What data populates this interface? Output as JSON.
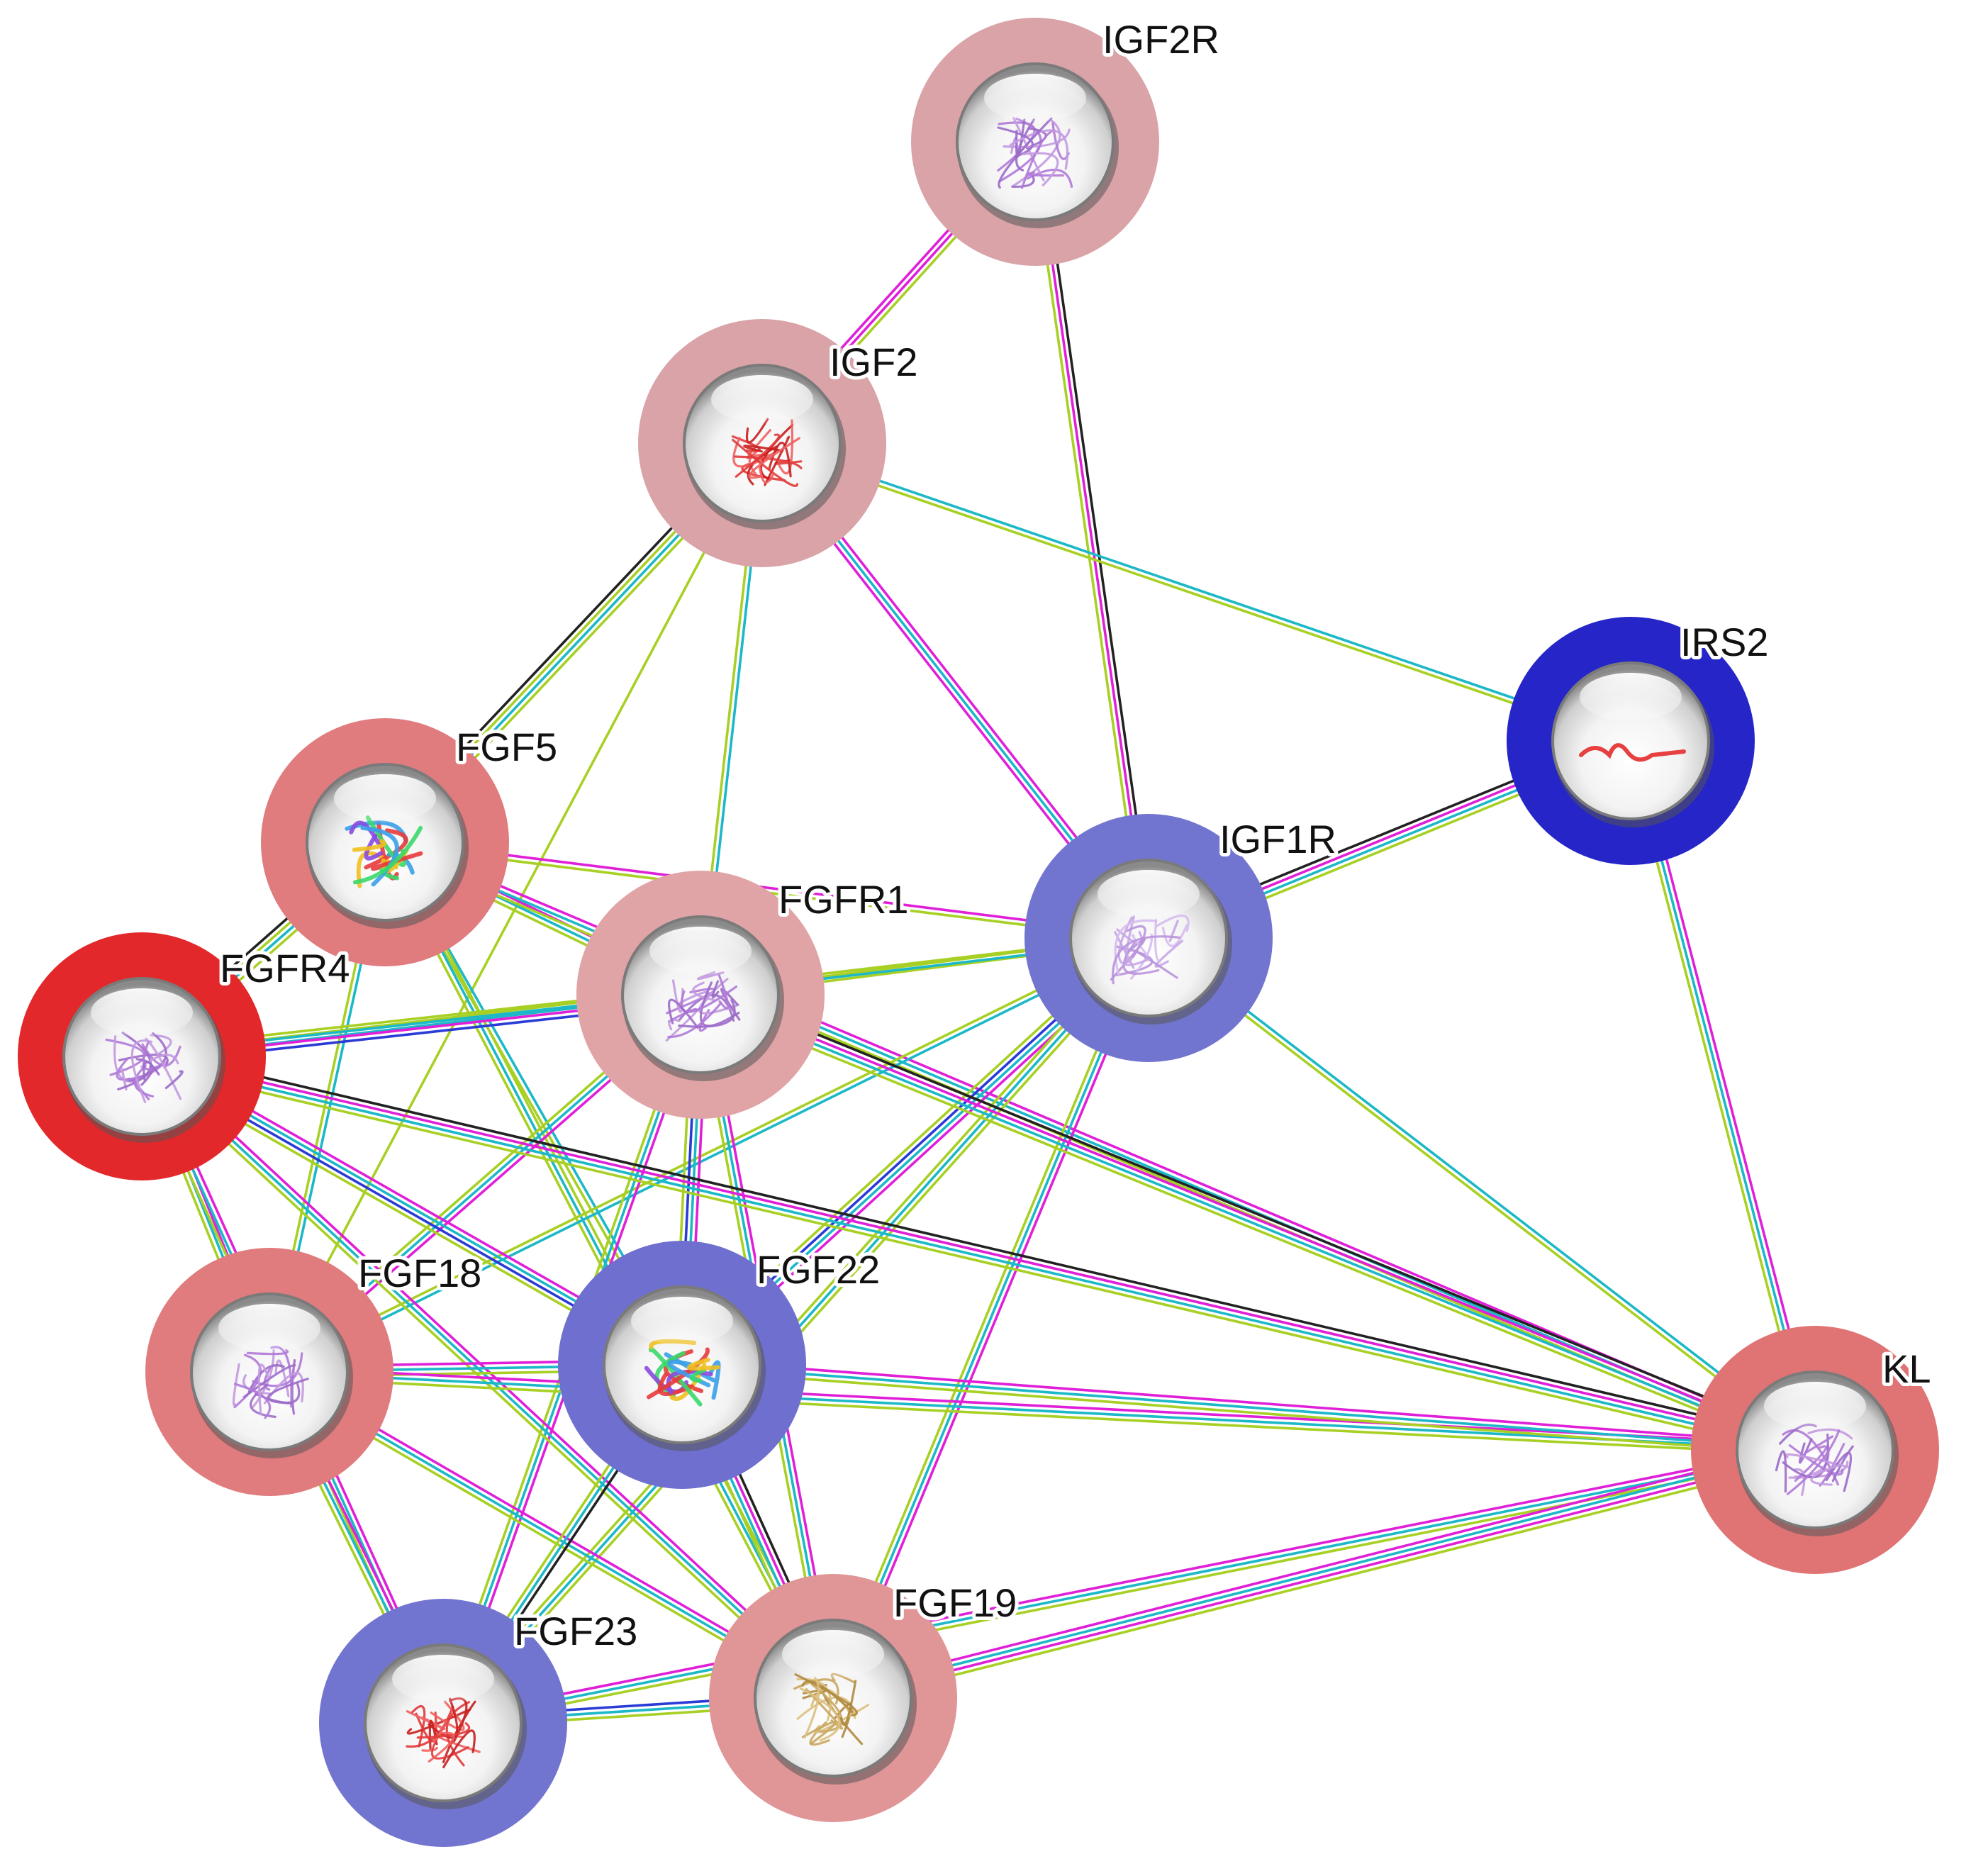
{
  "network": {
    "edge_colors": {
      "green": "#a8d024",
      "cyan": "#1cb8c8",
      "magenta": "#e020d8",
      "black": "#222222",
      "blue": "#2a3bd6"
    },
    "nodes": [
      {
        "id": "IGF2R",
        "label": "IGF2R",
        "halo": "#d9a3a8",
        "structure": "purple"
      },
      {
        "id": "IGF2",
        "label": "IGF2",
        "halo": "#d9a3a8",
        "structure": "red"
      },
      {
        "id": "IRS2",
        "label": "IRS2",
        "halo": "#2525c8",
        "structure": "red-thin"
      },
      {
        "id": "FGF5",
        "label": "FGF5",
        "halo": "#e07b7e",
        "structure": "rainbow"
      },
      {
        "id": "IGF1R",
        "label": "IGF1R",
        "halo": "#7275cf",
        "structure": "purple-light"
      },
      {
        "id": "FGFR1",
        "label": "FGFR1",
        "halo": "#e0a4a6",
        "structure": "purple"
      },
      {
        "id": "FGFR4",
        "label": "FGFR4",
        "halo": "#e2282b",
        "structure": "purple"
      },
      {
        "id": "FGF18",
        "label": "FGF18",
        "halo": "#e07b7e",
        "structure": "purple"
      },
      {
        "id": "FGF22",
        "label": "FGF22",
        "halo": "#6e6fcf",
        "structure": "rainbow"
      },
      {
        "id": "KL",
        "label": "KL",
        "halo": "#e07475",
        "structure": "purple"
      },
      {
        "id": "FGF23",
        "label": "FGF23",
        "halo": "#7275cf",
        "structure": "red"
      },
      {
        "id": "FGF19",
        "label": "FGF19",
        "halo": "#e09597",
        "structure": "tan"
      }
    ],
    "edges": [
      {
        "source": "IGF2R",
        "target": "IGF2",
        "colors": [
          "green",
          "magenta",
          "magenta"
        ]
      },
      {
        "source": "IGF2R",
        "target": "IGF1R",
        "colors": [
          "black",
          "magenta",
          "green"
        ]
      },
      {
        "source": "IGF2",
        "target": "FGF5",
        "colors": [
          "green",
          "cyan",
          "green",
          "black"
        ]
      },
      {
        "source": "IGF2",
        "target": "FGFR1",
        "colors": [
          "cyan",
          "green"
        ]
      },
      {
        "source": "IGF2",
        "target": "IGF1R",
        "colors": [
          "magenta",
          "cyan",
          "magenta"
        ]
      },
      {
        "source": "IGF2",
        "target": "IRS2",
        "colors": [
          "cyan",
          "green"
        ]
      },
      {
        "source": "IGF2",
        "target": "FGF18",
        "colors": [
          "green"
        ]
      },
      {
        "source": "IRS2",
        "target": "IGF1R",
        "colors": [
          "green",
          "cyan",
          "magenta",
          "black"
        ]
      },
      {
        "source": "IRS2",
        "target": "KL",
        "colors": [
          "magenta",
          "cyan",
          "green"
        ]
      },
      {
        "source": "FGF5",
        "target": "IGF1R",
        "colors": [
          "magenta",
          "green"
        ]
      },
      {
        "source": "FGF5",
        "target": "FGFR1",
        "colors": [
          "magenta",
          "cyan",
          "green"
        ]
      },
      {
        "source": "FGF5",
        "target": "FGFR4",
        "colors": [
          "green",
          "cyan",
          "green",
          "black"
        ]
      },
      {
        "source": "FGF5",
        "target": "FGF18",
        "colors": [
          "cyan",
          "green"
        ]
      },
      {
        "source": "FGF5",
        "target": "FGF22",
        "colors": [
          "cyan",
          "green"
        ]
      },
      {
        "source": "FGF5",
        "target": "FGF19",
        "colors": [
          "green",
          "cyan",
          "green"
        ]
      },
      {
        "source": "FGF5",
        "target": "KL",
        "colors": [
          "magenta",
          "cyan",
          "green"
        ]
      },
      {
        "source": "IGF1R",
        "target": "FGFR1",
        "colors": [
          "green",
          "green"
        ]
      },
      {
        "source": "IGF1R",
        "target": "FGFR4",
        "colors": [
          "cyan",
          "green"
        ]
      },
      {
        "source": "IGF1R",
        "target": "FGF18",
        "colors": [
          "cyan",
          "green"
        ]
      },
      {
        "source": "IGF1R",
        "target": "FGF22",
        "colors": [
          "magenta",
          "cyan",
          "blue",
          "green"
        ]
      },
      {
        "source": "IGF1R",
        "target": "FGF23",
        "colors": [
          "green",
          "cyan",
          "green"
        ]
      },
      {
        "source": "IGF1R",
        "target": "FGF19",
        "colors": [
          "magenta",
          "cyan",
          "green"
        ]
      },
      {
        "source": "IGF1R",
        "target": "KL",
        "colors": [
          "cyan",
          "green"
        ]
      },
      {
        "source": "FGFR1",
        "target": "FGFR4",
        "colors": [
          "blue",
          "magenta",
          "cyan",
          "green"
        ]
      },
      {
        "source": "FGFR1",
        "target": "FGF18",
        "colors": [
          "magenta",
          "cyan",
          "green"
        ]
      },
      {
        "source": "FGFR1",
        "target": "FGF22",
        "colors": [
          "magenta",
          "cyan",
          "blue",
          "green"
        ]
      },
      {
        "source": "FGFR1",
        "target": "FGF23",
        "colors": [
          "magenta",
          "cyan",
          "green"
        ]
      },
      {
        "source": "FGFR1",
        "target": "FGF19",
        "colors": [
          "magenta",
          "cyan",
          "green"
        ]
      },
      {
        "source": "FGFR1",
        "target": "KL",
        "colors": [
          "black",
          "magenta",
          "cyan",
          "green"
        ]
      },
      {
        "source": "FGFR4",
        "target": "FGF18",
        "colors": [
          "magenta",
          "cyan",
          "green"
        ]
      },
      {
        "source": "FGFR4",
        "target": "FGF22",
        "colors": [
          "magenta",
          "cyan",
          "blue",
          "green"
        ]
      },
      {
        "source": "FGFR4",
        "target": "FGF23",
        "colors": [
          "magenta",
          "cyan",
          "green"
        ]
      },
      {
        "source": "FGFR4",
        "target": "FGF19",
        "colors": [
          "magenta",
          "cyan",
          "green"
        ]
      },
      {
        "source": "FGFR4",
        "target": "KL",
        "colors": [
          "black",
          "magenta",
          "cyan",
          "green"
        ]
      },
      {
        "source": "FGF18",
        "target": "FGF22",
        "colors": [
          "magenta",
          "cyan",
          "green"
        ]
      },
      {
        "source": "FGF18",
        "target": "FGF23",
        "colors": [
          "magenta",
          "cyan",
          "green"
        ]
      },
      {
        "source": "FGF18",
        "target": "FGF19",
        "colors": [
          "magenta",
          "cyan",
          "green"
        ]
      },
      {
        "source": "FGF18",
        "target": "KL",
        "colors": [
          "magenta",
          "cyan",
          "green"
        ]
      },
      {
        "source": "FGF22",
        "target": "FGF23",
        "colors": [
          "black",
          "cyan",
          "green"
        ]
      },
      {
        "source": "FGF22",
        "target": "FGF19",
        "colors": [
          "black",
          "magenta",
          "cyan",
          "green"
        ]
      },
      {
        "source": "FGF22",
        "target": "KL",
        "colors": [
          "magenta",
          "cyan",
          "green"
        ]
      },
      {
        "source": "FGF23",
        "target": "FGF19",
        "colors": [
          "blue",
          "cyan",
          "green"
        ]
      },
      {
        "source": "FGF23",
        "target": "KL",
        "colors": [
          "magenta",
          "cyan",
          "green"
        ]
      },
      {
        "source": "FGF19",
        "target": "KL",
        "colors": [
          "magenta",
          "cyan",
          "magenta",
          "green"
        ]
      }
    ]
  }
}
